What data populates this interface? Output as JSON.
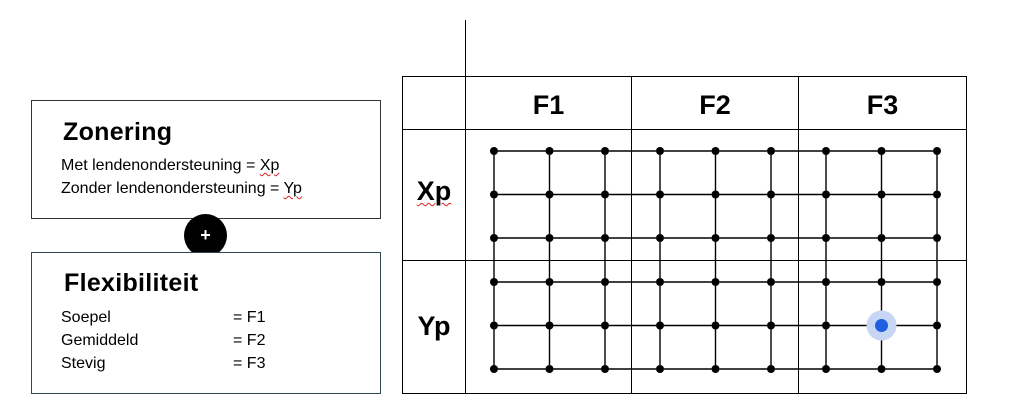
{
  "zonering": {
    "title": "Zonering",
    "rows": [
      {
        "label": "Met lendenondersteuning = ",
        "code": "Xp"
      },
      {
        "label": "Zonder lendenondersteuning = ",
        "code": "Yp"
      }
    ]
  },
  "plus_symbol": "+",
  "flexibiliteit": {
    "title": "Flexibiliteit",
    "rows": [
      {
        "label": "Soepel",
        "value": "= F1"
      },
      {
        "label": "Gemiddeld",
        "value": "= F2"
      },
      {
        "label": "Stevig",
        "value": "= F3"
      }
    ]
  },
  "matrix": {
    "columns": [
      "F1",
      "F2",
      "F3"
    ],
    "rows": [
      "Xp",
      "Yp"
    ],
    "dots_per_cell": {
      "cols": 3,
      "rows": 3
    },
    "colors": {
      "line": "#000000",
      "dot": "#000000",
      "selected_dot": "#1d5fe0",
      "selected_halo": "#c6d6f4"
    },
    "selected_dot": {
      "column": "F3",
      "row": "Yp",
      "dot_col": 1,
      "dot_row": 1
    }
  }
}
